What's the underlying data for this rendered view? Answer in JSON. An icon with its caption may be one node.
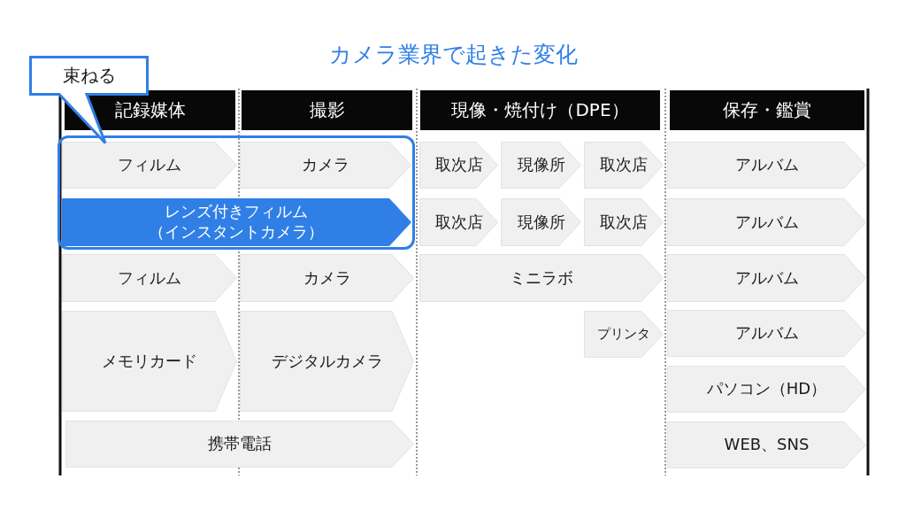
{
  "diagram": {
    "title": "カメラ業界で起きた変化",
    "nodes": [
      {
        "text": [
          "束ねる"
        ]
      },
      {
        "text": [
          "記録媒体"
        ]
      },
      {
        "text": [
          "撮影"
        ]
      },
      {
        "text": [
          "現像・焼付け（DPE）"
        ]
      },
      {
        "text": [
          "保存・鑑賞"
        ]
      },
      {
        "text": [],
        "shape": "box"
      },
      {
        "text": [
          "フィルム"
        ],
        "in": 5
      },
      {
        "text": [
          "カメラ"
        ],
        "in": 5
      },
      {
        "text": [
          "取次店"
        ]
      },
      {
        "text": [
          "現像所"
        ]
      },
      {
        "text": [
          "取次店"
        ]
      },
      {
        "text": [
          "アルバム"
        ]
      },
      {
        "text": [
          "レンズ付きフィルム（インスタントカメラ）"
        ],
        "in": 5
      },
      {
        "text": [
          "取次店"
        ]
      },
      {
        "text": [
          "現像所"
        ]
      },
      {
        "text": [
          "取次店"
        ]
      },
      {
        "text": [
          "アルバム"
        ]
      },
      {
        "text": [
          "フィルム"
        ]
      },
      {
        "text": [
          "カメラ"
        ]
      },
      {
        "text": [
          "ミニラボ"
        ]
      },
      {
        "text": [
          "アルバム"
        ]
      },
      {
        "text": [
          "メモリカード"
        ]
      },
      {
        "text": [
          "デジタルカメラ"
        ]
      },
      {
        "text": [
          "プリンタ"
        ]
      },
      {
        "text": [
          "アルバム"
        ]
      },
      {
        "text": [
          "パソコン（HD）"
        ]
      },
      {
        "text": [
          "携帯電話"
        ]
      },
      {
        "text": [
          "WEB、SNS"
        ]
      }
    ]
  }
}
